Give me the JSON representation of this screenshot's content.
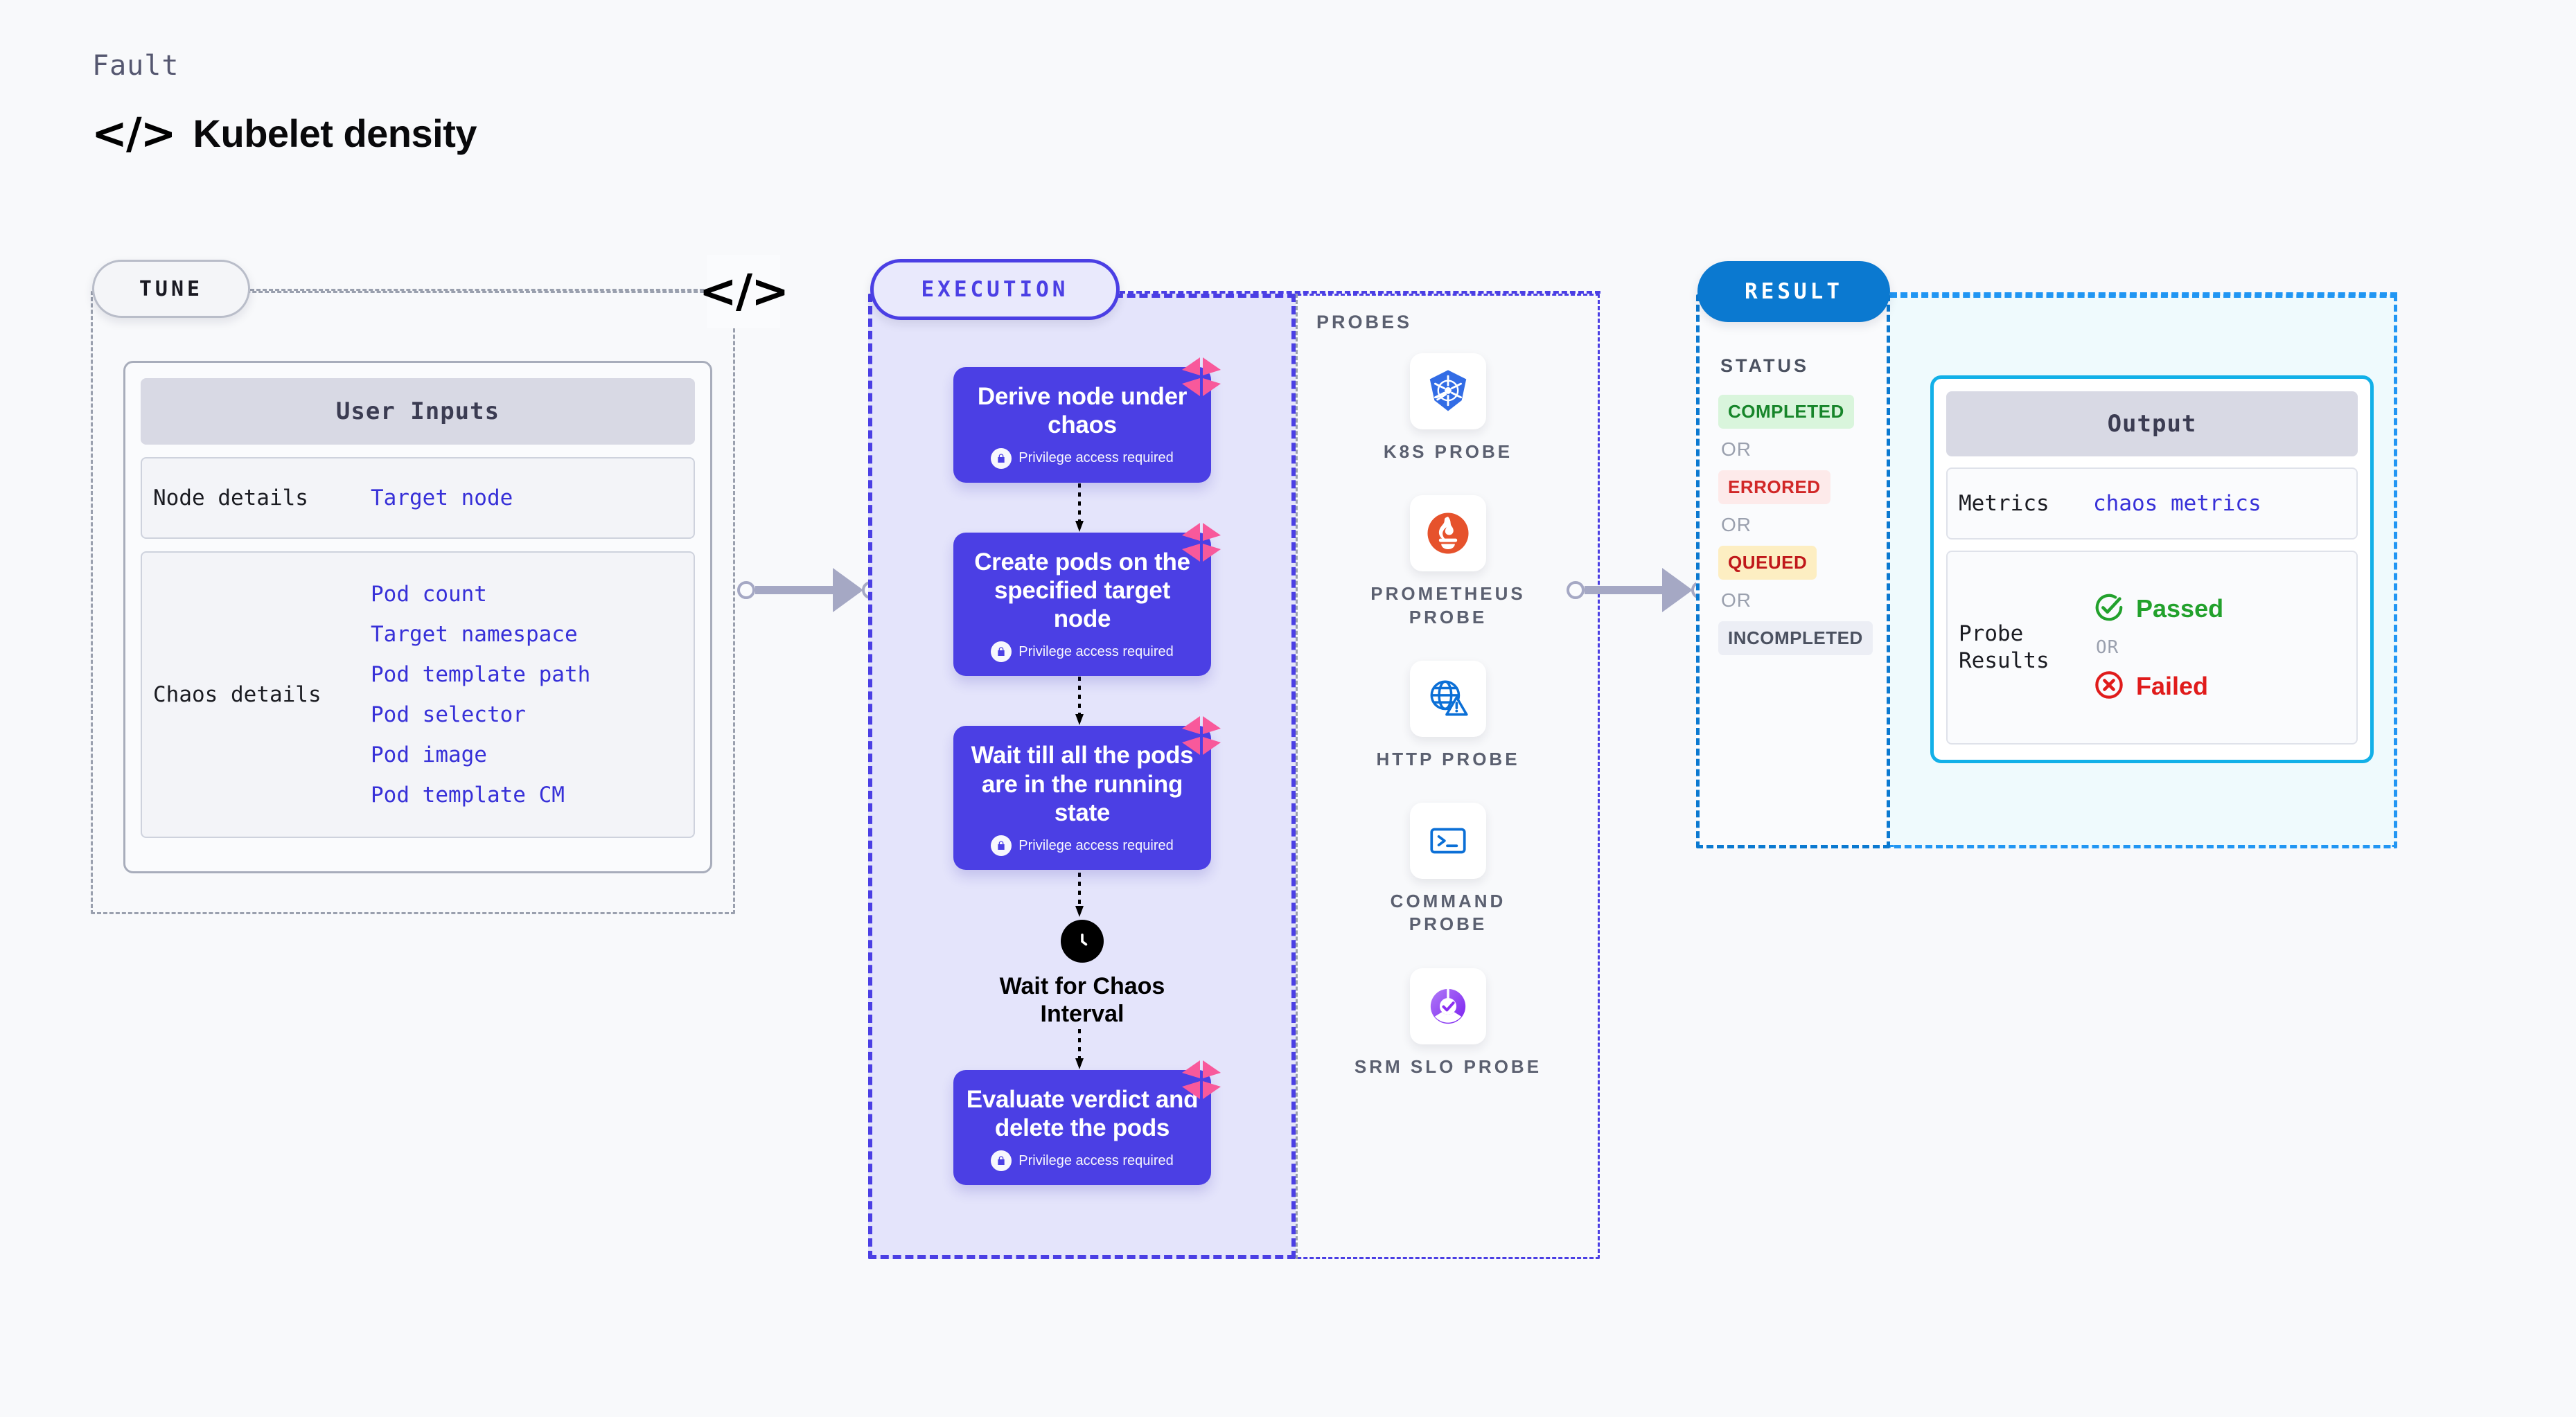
{
  "header": {
    "eyebrow": "Fault",
    "title": "Kubelet density",
    "code_icon": "</>"
  },
  "separator_icon": "</>",
  "tune": {
    "badge": "TUNE",
    "card_title": "User Inputs",
    "rows": [
      {
        "key": "Node details",
        "values": [
          "Target node"
        ]
      },
      {
        "key": "Chaos details",
        "values": [
          "Pod count",
          "Target namespace",
          "Pod template path",
          "Pod selector",
          "Pod image",
          "Pod template CM"
        ]
      }
    ]
  },
  "execution": {
    "badge": "EXECUTION",
    "privilege_note": "Privilege access required",
    "steps": [
      {
        "label": "Derive node under chaos",
        "privilege": true,
        "chaos_badge": true
      },
      {
        "label": "Create pods on the specified target node",
        "privilege": true,
        "chaos_badge": true
      },
      {
        "label": "Wait till all the pods are in the running state",
        "privilege": true,
        "chaos_badge": true
      }
    ],
    "wait_node": {
      "label": "Wait for Chaos Interval",
      "icon": "clock-icon"
    },
    "final_step": {
      "label": "Evaluate verdict and delete the pods",
      "privilege": true,
      "chaos_badge": true
    }
  },
  "probes": {
    "title": "PROBES",
    "items": [
      {
        "name": "K8S PROBE",
        "icon": "kubernetes-icon"
      },
      {
        "name": "PROMETHEUS PROBE",
        "icon": "prometheus-icon"
      },
      {
        "name": "HTTP PROBE",
        "icon": "globe-alert-icon"
      },
      {
        "name": "COMMAND PROBE",
        "icon": "terminal-icon"
      },
      {
        "name": "SRM SLO PROBE",
        "icon": "srm-slo-icon"
      }
    ]
  },
  "result": {
    "badge": "RESULT",
    "status_title": "STATUS",
    "or_label": "OR",
    "statuses": [
      {
        "label": "COMPLETED",
        "bg": "#d9f5dc",
        "fg": "#17852a"
      },
      {
        "label": "ERRORED",
        "bg": "#fdeaea",
        "fg": "#d12727"
      },
      {
        "label": "QUEUED",
        "bg": "#fdeec2",
        "fg": "#c0181a"
      },
      {
        "label": "INCOMPLETED",
        "bg": "#eceef5",
        "fg": "#4b5160"
      }
    ],
    "output": {
      "title": "Output",
      "metrics_key": "Metrics",
      "metrics_value": "chaos metrics",
      "probe_results_key": "Probe Results",
      "passed_label": "Passed",
      "failed_label": "Failed",
      "or_label": "OR",
      "passed_color": "#22a12c",
      "failed_color": "#e01b1b"
    }
  },
  "colors": {
    "primary_purple": "#4b3fe4",
    "result_blue": "#0b79d0",
    "output_cyan": "#12b0e8",
    "chaos_pink": "#f8599b",
    "link_blue": "#3730d8"
  }
}
